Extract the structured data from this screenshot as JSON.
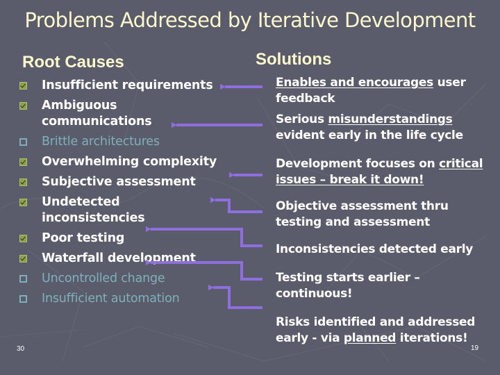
{
  "slide": {
    "title": "Problems Addressed by Iterative Development",
    "left_heading": "Root Causes",
    "right_heading": "Solutions",
    "page_left": "30",
    "page_right": "19"
  },
  "colors": {
    "background": "#5a5c6c",
    "title_text": "#fcf8cc",
    "checked_text": "#ffffff",
    "unchecked_text": "#7fb0b8",
    "checkbox_checked": "#8ea04a",
    "arrow": "#8f6fe0"
  },
  "root_causes": [
    {
      "label": "Insufficient requirements",
      "checked": true
    },
    {
      "label": "Ambiguous communications",
      "checked": true
    },
    {
      "label": "Brittle architectures",
      "checked": false
    },
    {
      "label": "Overwhelming complexity",
      "checked": true
    },
    {
      "label": "Subjective assessment",
      "checked": true
    },
    {
      "label": "Undetected inconsistencies",
      "checked": true
    },
    {
      "label": "Poor testing",
      "checked": true
    },
    {
      "label": "Waterfall development",
      "checked": true
    },
    {
      "label": "Uncontrolled change",
      "checked": false
    },
    {
      "label": "Insufficient automation",
      "checked": false
    }
  ],
  "solutions": [
    {
      "parts": [
        {
          "text": "Enables and encourages",
          "u": true
        },
        {
          "text": " user feedback",
          "u": false
        }
      ]
    },
    {
      "parts": [
        {
          "text": "Serious ",
          "u": false
        },
        {
          "text": "misunderstandings",
          "u": true
        },
        {
          "text": " evident early in the life cycle",
          "u": false
        }
      ]
    },
    {
      "parts": [
        {
          "text": "Development focuses on ",
          "u": false
        },
        {
          "text": "critical issues – break it down!",
          "u": true
        }
      ]
    },
    {
      "parts": [
        {
          "text": "Objective assessment thru testing and assessment",
          "u": false
        }
      ]
    },
    {
      "parts": [
        {
          "text": "Inconsistencies detected early",
          "u": false
        }
      ]
    },
    {
      "parts": [
        {
          "text": "Testing starts earlier – continuous!",
          "u": false
        }
      ]
    },
    {
      "parts": [
        {
          "text": "Risks identified and addressed early  - via ",
          "u": false
        },
        {
          "text": "planned",
          "u": true
        },
        {
          "text": " iterations!",
          "u": false
        }
      ]
    }
  ]
}
